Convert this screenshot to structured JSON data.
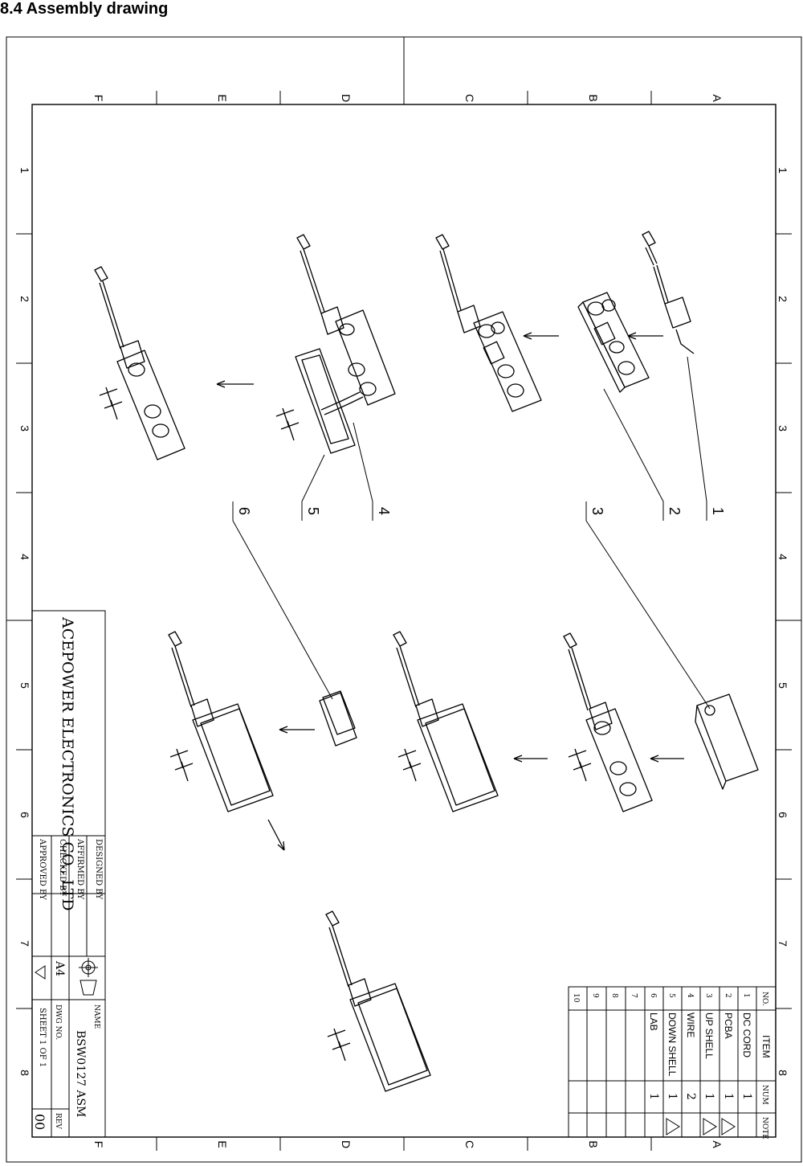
{
  "heading": "8.4 Assembly drawing",
  "border": {
    "letters": [
      "F",
      "E",
      "D",
      "C",
      "B",
      "A"
    ],
    "numbers": [
      "1",
      "2",
      "3",
      "4",
      "5",
      "6",
      "7",
      "8"
    ]
  },
  "callouts": [
    "1",
    "2",
    "3",
    "4",
    "5",
    "6"
  ],
  "title_block": {
    "company": "ACEPOWER ELECTRONICS CO., LTD",
    "designed_by": "DESIGNED BY",
    "affirmed_by": "AFFIRMED BY",
    "checked_by": "CHECKED BY",
    "approved_by": "APPROVED BY",
    "size": "A4",
    "dwg_no_label": "DWG NO.",
    "name_label": "NAME",
    "drawing_name": "BSW0127 ASM",
    "rev_label": "REV",
    "rev": "00",
    "sheet": "SHEET 1 OF 1"
  },
  "bom": {
    "headers": {
      "no": "NO.",
      "item": "ITEM",
      "num": "NUM",
      "note": "NOTE"
    },
    "rows": [
      {
        "no": "1",
        "item": "DC CORD",
        "num": "1"
      },
      {
        "no": "2",
        "item": "PCBA",
        "num": "1"
      },
      {
        "no": "3",
        "item": "UP  SHELL",
        "num": "1"
      },
      {
        "no": "4",
        "item": "WIRE",
        "num": "2"
      },
      {
        "no": "5",
        "item": "DOWN SHELL",
        "num": "1"
      },
      {
        "no": "6",
        "item": "LAB",
        "num": "1"
      },
      {
        "no": "7",
        "item": "",
        "num": ""
      },
      {
        "no": "8",
        "item": "",
        "num": ""
      },
      {
        "no": "9",
        "item": "",
        "num": ""
      },
      {
        "no": "10",
        "item": "",
        "num": ""
      }
    ]
  }
}
